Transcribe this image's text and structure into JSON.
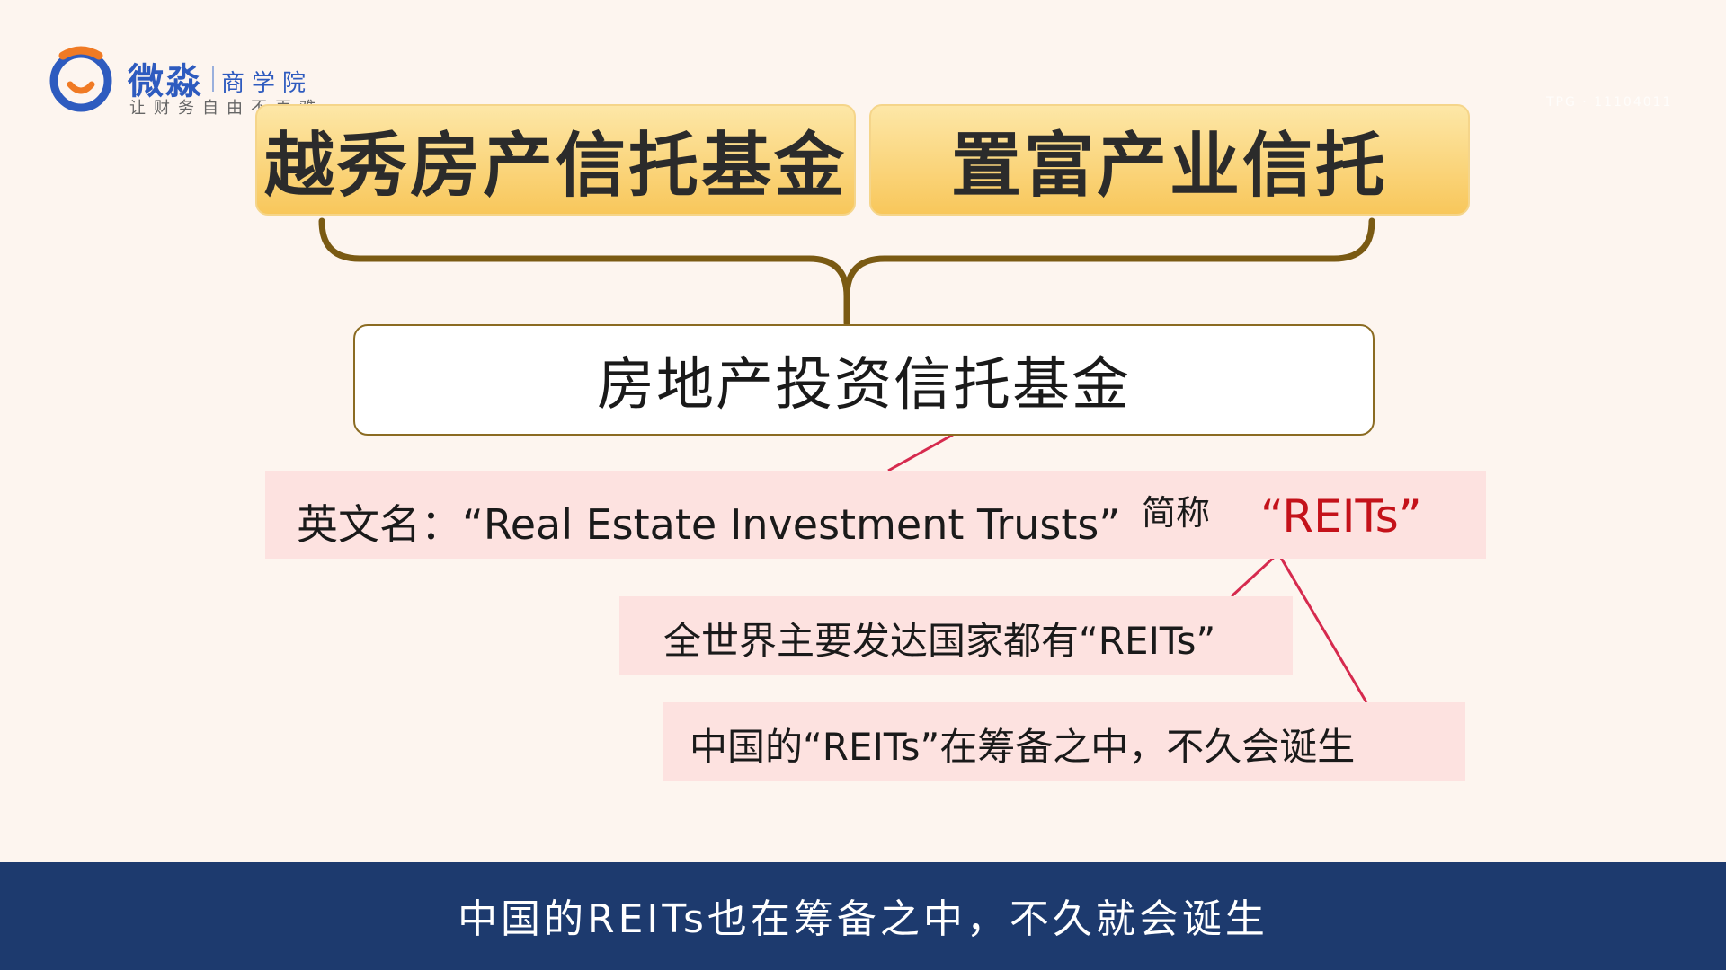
{
  "logo": {
    "name": "微淼",
    "sub": "商学院",
    "tagline": "让财务自由不再难",
    "colors": {
      "orange": "#f07a24",
      "blue": "#2e5bbf"
    }
  },
  "watermark": "TPG · 11104011",
  "tree": {
    "left_box": "越秀房产信托基金",
    "right_box": "置富产业信托",
    "center_box": "房地产投资信托基金"
  },
  "english_name": {
    "label": "英文名：“Real Estate Investment Trusts”",
    "abbr_label": "简称",
    "abbr": "“REITs”"
  },
  "notes": [
    "全世界主要发达国家都有“REITs”",
    "中国的“REITs”在筹备之中，不久会诞生"
  ],
  "subtitle": "中国的REITs也在筹备之中，不久就会诞生",
  "colors": {
    "background": "#fdf5ef",
    "gold": "#f8c75b",
    "connector": "#7a5a13",
    "pink_band": "#fde2e0",
    "accent_red": "#c4121a",
    "subtitle_bar": "#1d3a6e"
  }
}
